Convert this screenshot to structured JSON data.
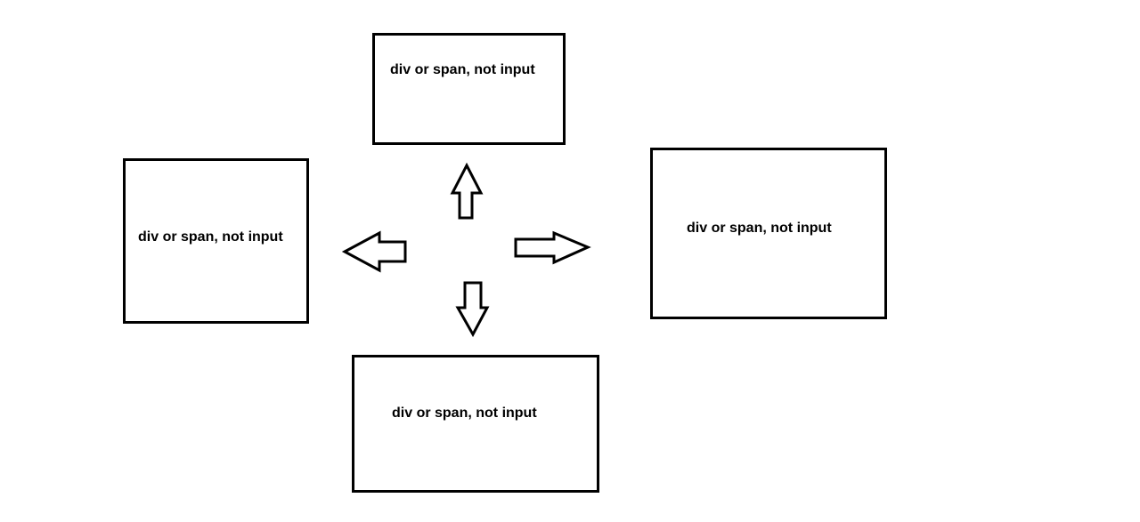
{
  "boxes": {
    "top": {
      "label": "div or span, not input"
    },
    "left": {
      "label": "div or span, not input"
    },
    "right": {
      "label": "div or span, not input"
    },
    "bottom": {
      "label": "div or span, not input"
    }
  },
  "colors": {
    "stroke": "#000000",
    "background": "#ffffff"
  }
}
